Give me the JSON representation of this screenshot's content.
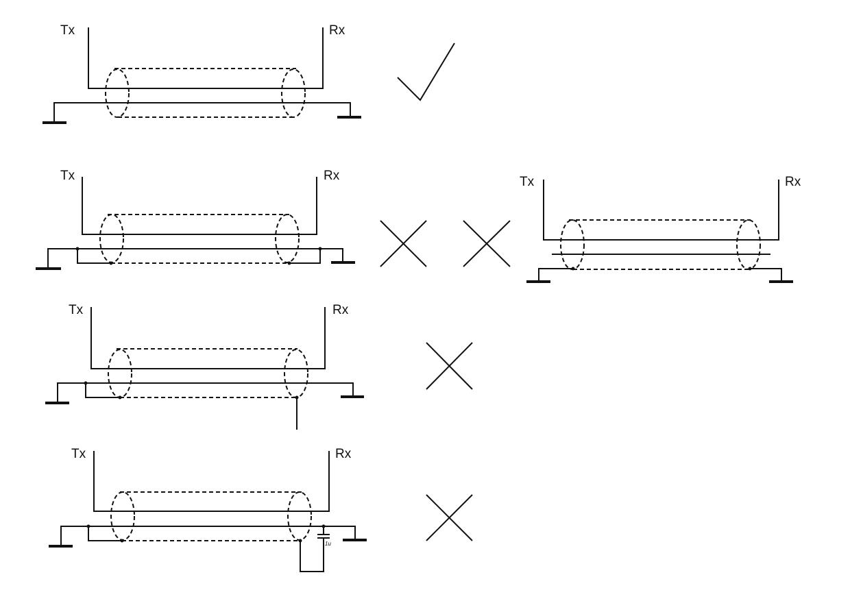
{
  "diagrams": [
    {
      "tx_label": "Tx",
      "rx_label": "Rx",
      "verdict": "correct"
    },
    {
      "tx_label": "Tx",
      "rx_label": "Rx",
      "verdict": "incorrect"
    },
    {
      "tx_label": "Tx",
      "rx_label": "Rx",
      "verdict": "incorrect"
    },
    {
      "tx_label": "Tx",
      "rx_label": "Rx",
      "verdict": "incorrect"
    },
    {
      "tx_label": "Tx",
      "rx_label": "Rx",
      "verdict": "incorrect",
      "capacitor_label": "1u"
    }
  ]
}
